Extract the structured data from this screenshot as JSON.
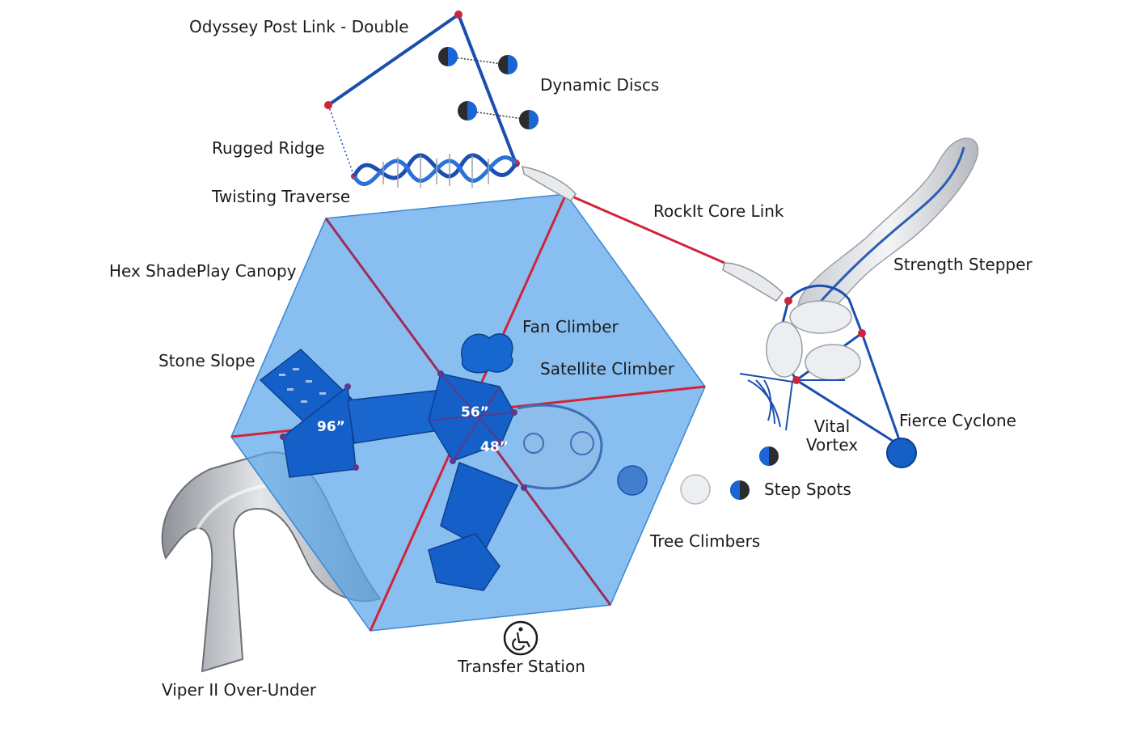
{
  "labels": {
    "odyssey_post_link": "Odyssey Post Link - Double",
    "dynamic_discs": "Dynamic Discs",
    "rugged_ridge": "Rugged Ridge",
    "twisting_traverse": "Twisting Traverse",
    "rockit_core_link": "RockIt Core Link",
    "strength_stepper": "Strength Stepper",
    "hex_shadeplay_canopy": "Hex ShadePlay Canopy",
    "fan_climber": "Fan Climber",
    "stone_slope": "Stone Slope",
    "satellite_climber": "Satellite Climber",
    "vital_vortex_line1": "Vital",
    "vital_vortex_line2": "Vortex",
    "fierce_cyclone": "Fierce Cyclone",
    "step_spots": "Step Spots",
    "tree_climbers": "Tree Climbers",
    "transfer_station": "Transfer Station",
    "viper_over_under": "Viper II Over-Under"
  },
  "deck_heights": {
    "deck_96": "96”",
    "deck_56": "56”",
    "deck_48": "48”"
  },
  "icons": {
    "transfer_station": "wheelchair-transfer-icon"
  },
  "colors": {
    "canopy_fill": "#5aa6ea",
    "deck_blue": "#1560c8",
    "frame_red": "#d0243a",
    "post_blue": "#1a4fb0",
    "slide_gray": "#b9bcc2",
    "white_part": "#e8eaee"
  }
}
